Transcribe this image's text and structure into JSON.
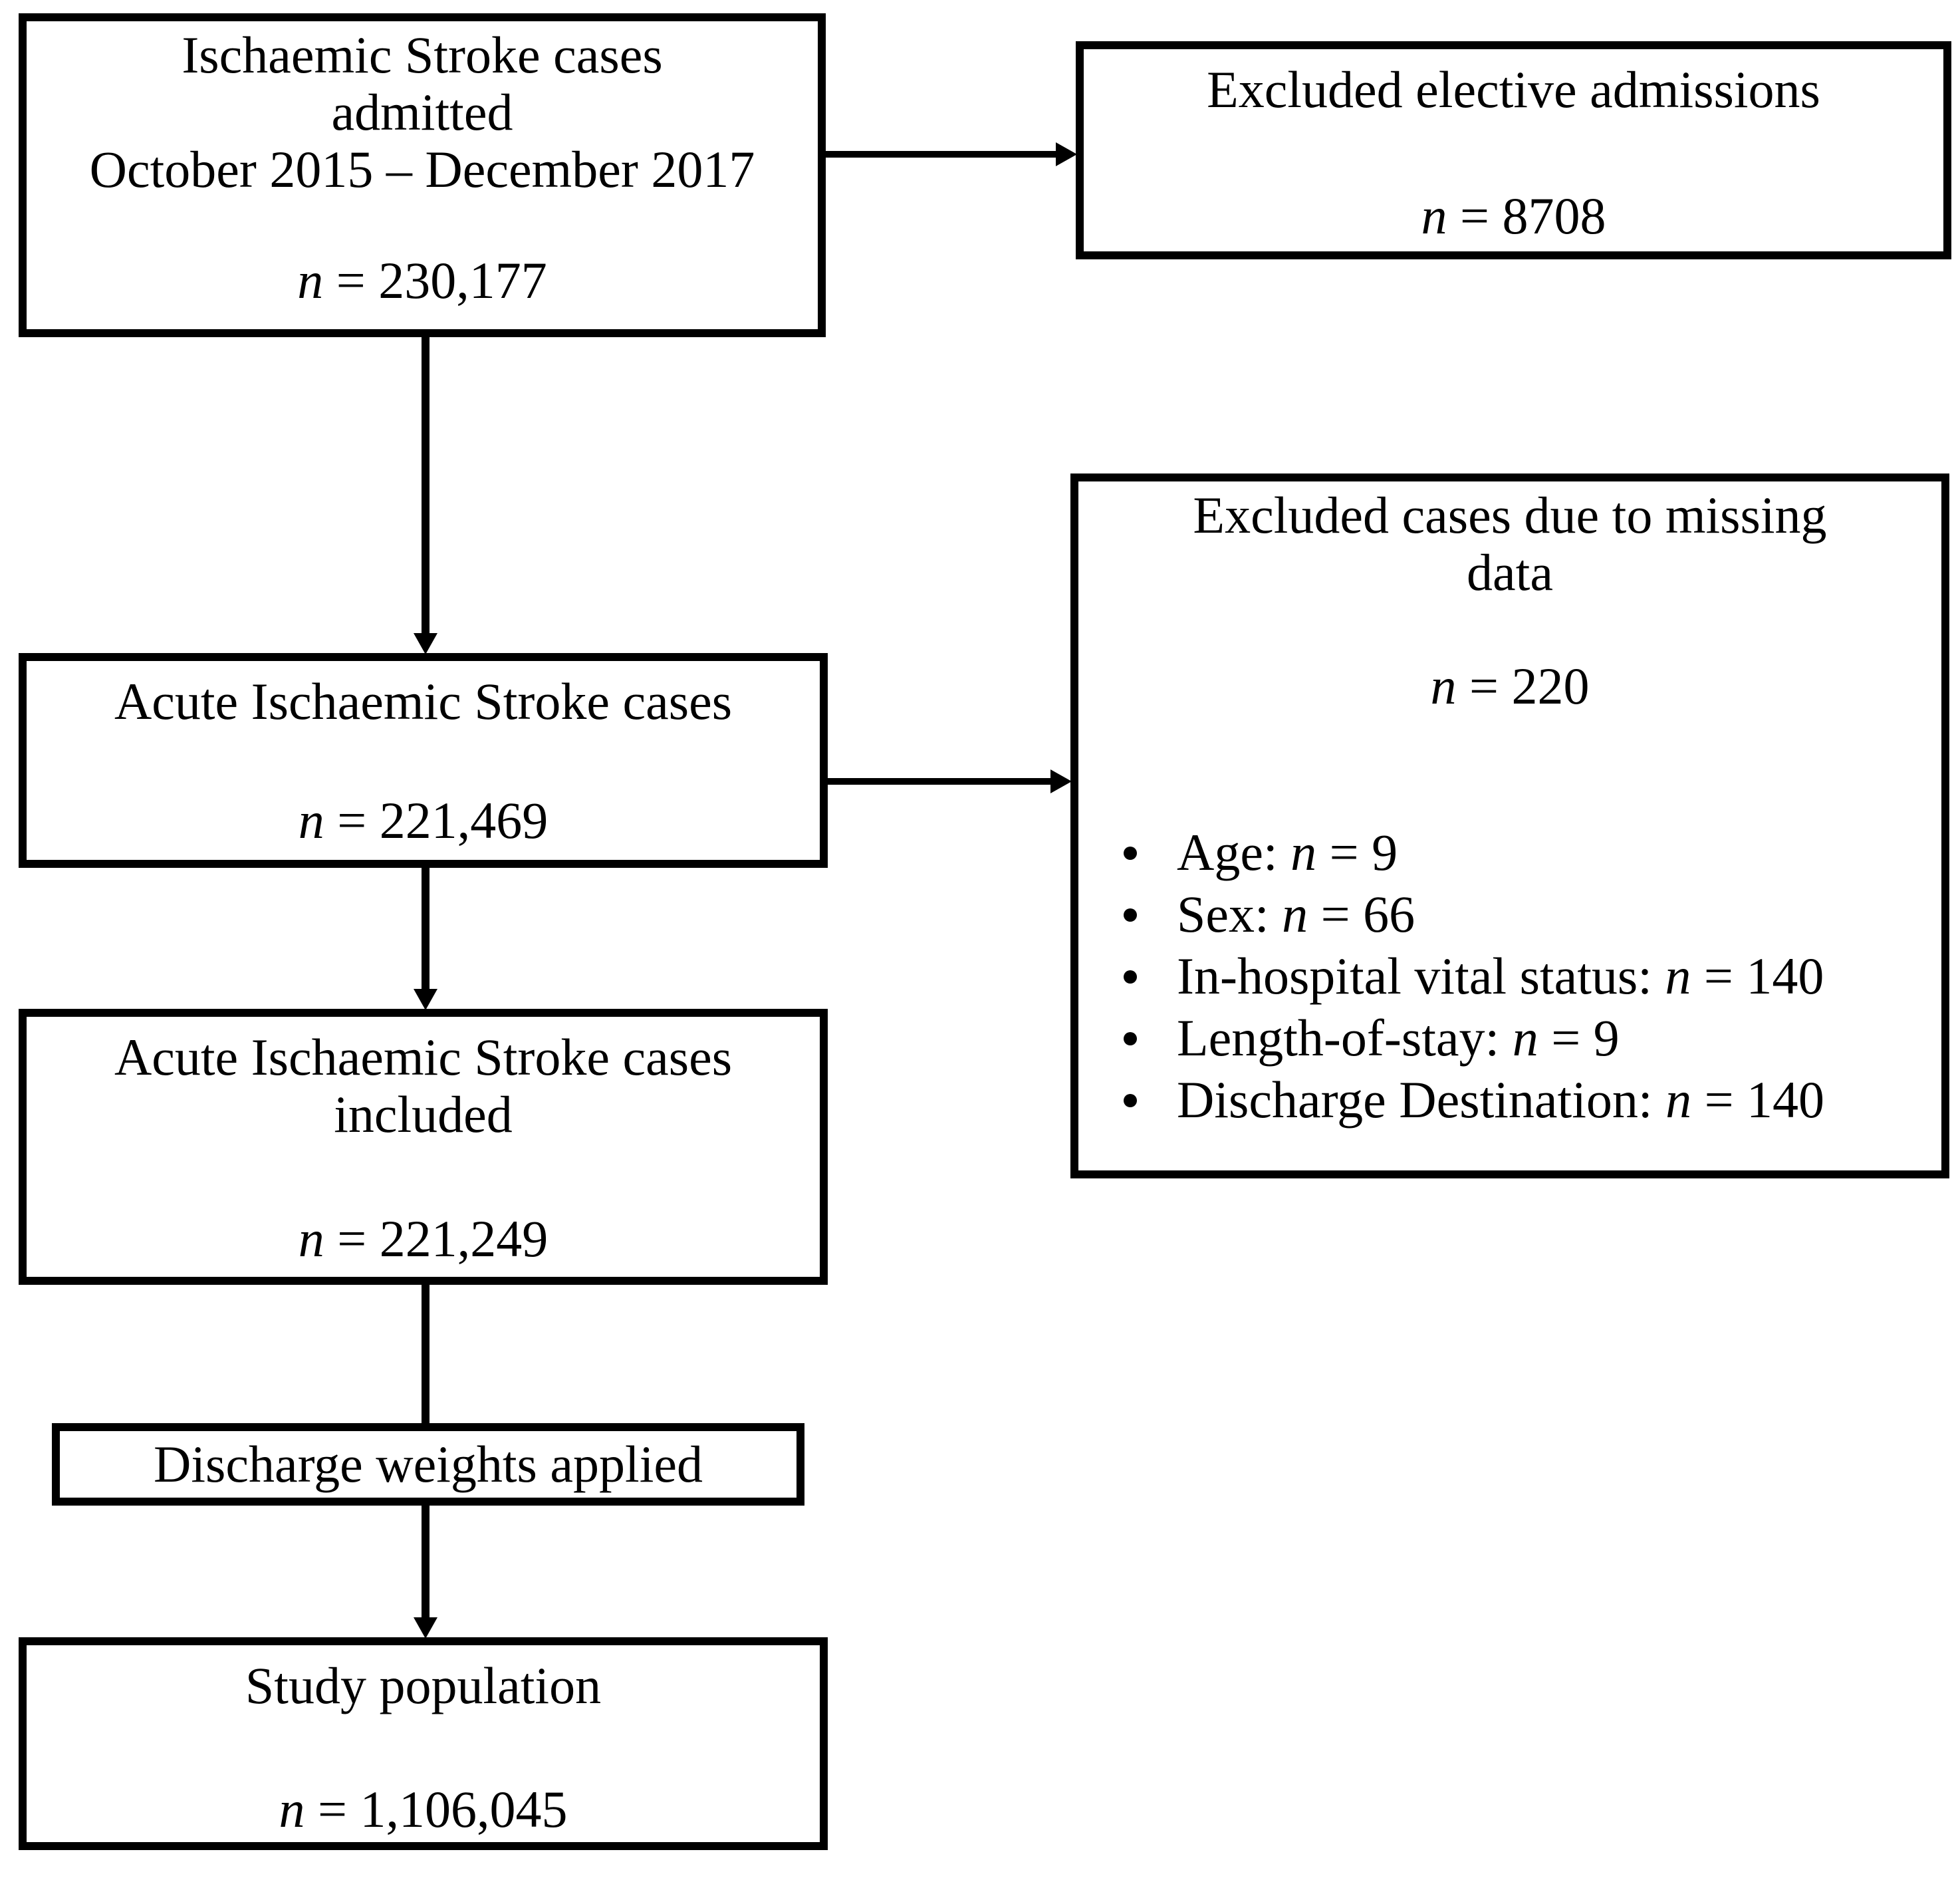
{
  "diagram": {
    "background": "#ffffff",
    "line_color": "#000000",
    "boxes": {
      "admitted": {
        "title_lines": [
          "Ischaemic Stroke cases",
          "admitted",
          "October 2015 – December 2017"
        ],
        "n_var": "n",
        "n_value": " = 230,177"
      },
      "excluded_elective": {
        "title_lines": [
          "Excluded elective admissions"
        ],
        "n_var": "n",
        "n_value": " = 8708"
      },
      "acute_cases": {
        "title_lines": [
          "Acute Ischaemic Stroke cases"
        ],
        "n_var": "n",
        "n_value": " = 221,469"
      },
      "excluded_missing": {
        "title_lines": [
          "Excluded cases due to missing",
          "data"
        ],
        "n_var": "n",
        "n_value": " = 220",
        "bullets": [
          {
            "label": "Age: ",
            "n_var": "n",
            "n_value": " = 9"
          },
          {
            "label": "Sex: ",
            "n_var": "n",
            "n_value": " = 66"
          },
          {
            "label": "In-hospital vital status: ",
            "n_var": "n",
            "n_value": " = 140"
          },
          {
            "label": "Length-of-stay: ",
            "n_var": "n",
            "n_value": " = 9"
          },
          {
            "label": "Discharge Destination: ",
            "n_var": "n",
            "n_value": " = 140"
          }
        ]
      },
      "acute_included": {
        "title_lines": [
          "Acute Ischaemic Stroke cases",
          "included"
        ],
        "n_var": "n",
        "n_value": " = 221,249"
      },
      "weights": {
        "title_lines": [
          "Discharge weights applied"
        ]
      },
      "study_population": {
        "title_lines": [
          "Study population"
        ],
        "n_var": "n",
        "n_value": " = 1,106,045"
      }
    }
  }
}
